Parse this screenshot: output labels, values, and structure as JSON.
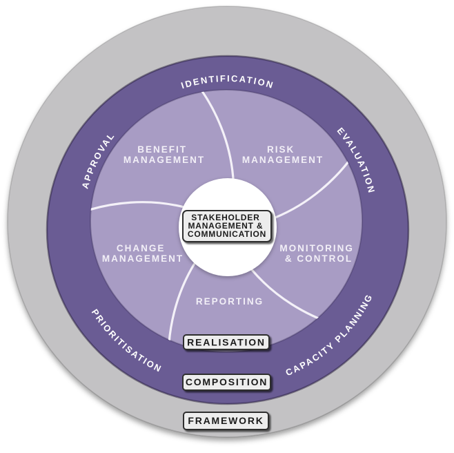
{
  "figure": {
    "type": "concentric-rings-diagram",
    "colors": {
      "outer_ring": "#c3c2c4",
      "middle_ring": "#6a5c94",
      "inner_disc": "#a89cc4",
      "hub": "#ffffff",
      "divider_line": "#f8f6fb",
      "ring_label_text": "#ffffff",
      "segment_text": "#f2eff7",
      "box_fill": "#ededed",
      "box_border": "#2e2e2e",
      "box_text": "#1b1b1b"
    }
  },
  "rings": {
    "outer_label": "FRAMEWORK",
    "middle_label": "COMPOSITION",
    "inner_label": "REALISATION"
  },
  "middle_ring_segments": {
    "approval": "APPROVAL",
    "identification": "IDENTIFICATION",
    "evaluation": "EVALUATION",
    "prioritisation": "PRIORITISATION",
    "capacity_planning": "CAPACITY PLANNING"
  },
  "inner_segments": {
    "benefit": {
      "line1": "BENEFIT",
      "line2": "MANAGEMENT"
    },
    "risk": {
      "line1": "RISK",
      "line2": "MANAGEMENT"
    },
    "monitoring": {
      "line1": "MONITORING",
      "line2": "& CONTROL"
    },
    "reporting": {
      "line1": "REPORTING"
    },
    "change": {
      "line1": "CHANGE",
      "line2": "MANAGEMENT"
    }
  },
  "hub": {
    "line1": "STAKEHOLDER",
    "line2": "MANAGEMENT &",
    "line3": "COMMUNICATION"
  }
}
